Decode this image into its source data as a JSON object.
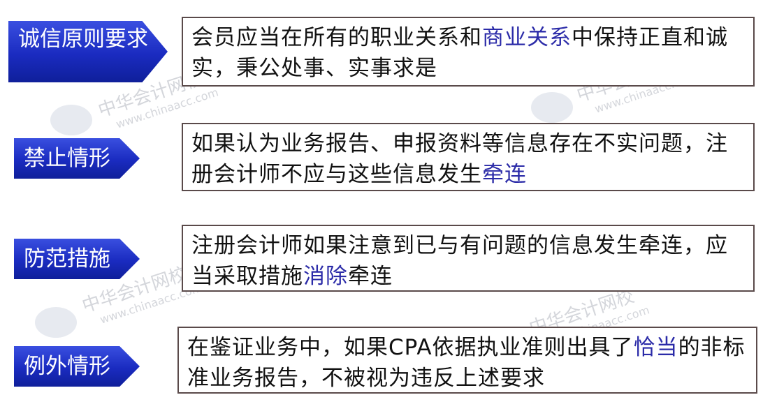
{
  "rows": [
    {
      "label": "诚信原则要求",
      "text_parts": [
        "会员应当在所有的职业关系和",
        "商业关系",
        "中保持正直和诚实，秉公处事、实事求是"
      ]
    },
    {
      "label": "禁止情形",
      "text_parts": [
        "如果认为业务报告、申报资料等信息存在不实问题，注册会计师不应与这些信息发生",
        "牵连",
        ""
      ]
    },
    {
      "label": "防范措施",
      "text_parts": [
        "注册会计师如果注意到已与有问题的信息发生牵连，应当采取措施",
        "消除",
        "牵连"
      ]
    },
    {
      "label": "例外情形",
      "text_parts": [
        "在鉴证业务中，如果CPA依据执业准则出具了",
        "恰当",
        "的非标准业务报告，不被视为违反上述要求"
      ]
    }
  ],
  "watermark": {
    "cn": "中华会计网校",
    "url": "www.chinaacc.com"
  },
  "colors": {
    "tag_blue": "#1a2bc0",
    "highlight": "#2b2ba8",
    "border": "#5a4a4a"
  }
}
